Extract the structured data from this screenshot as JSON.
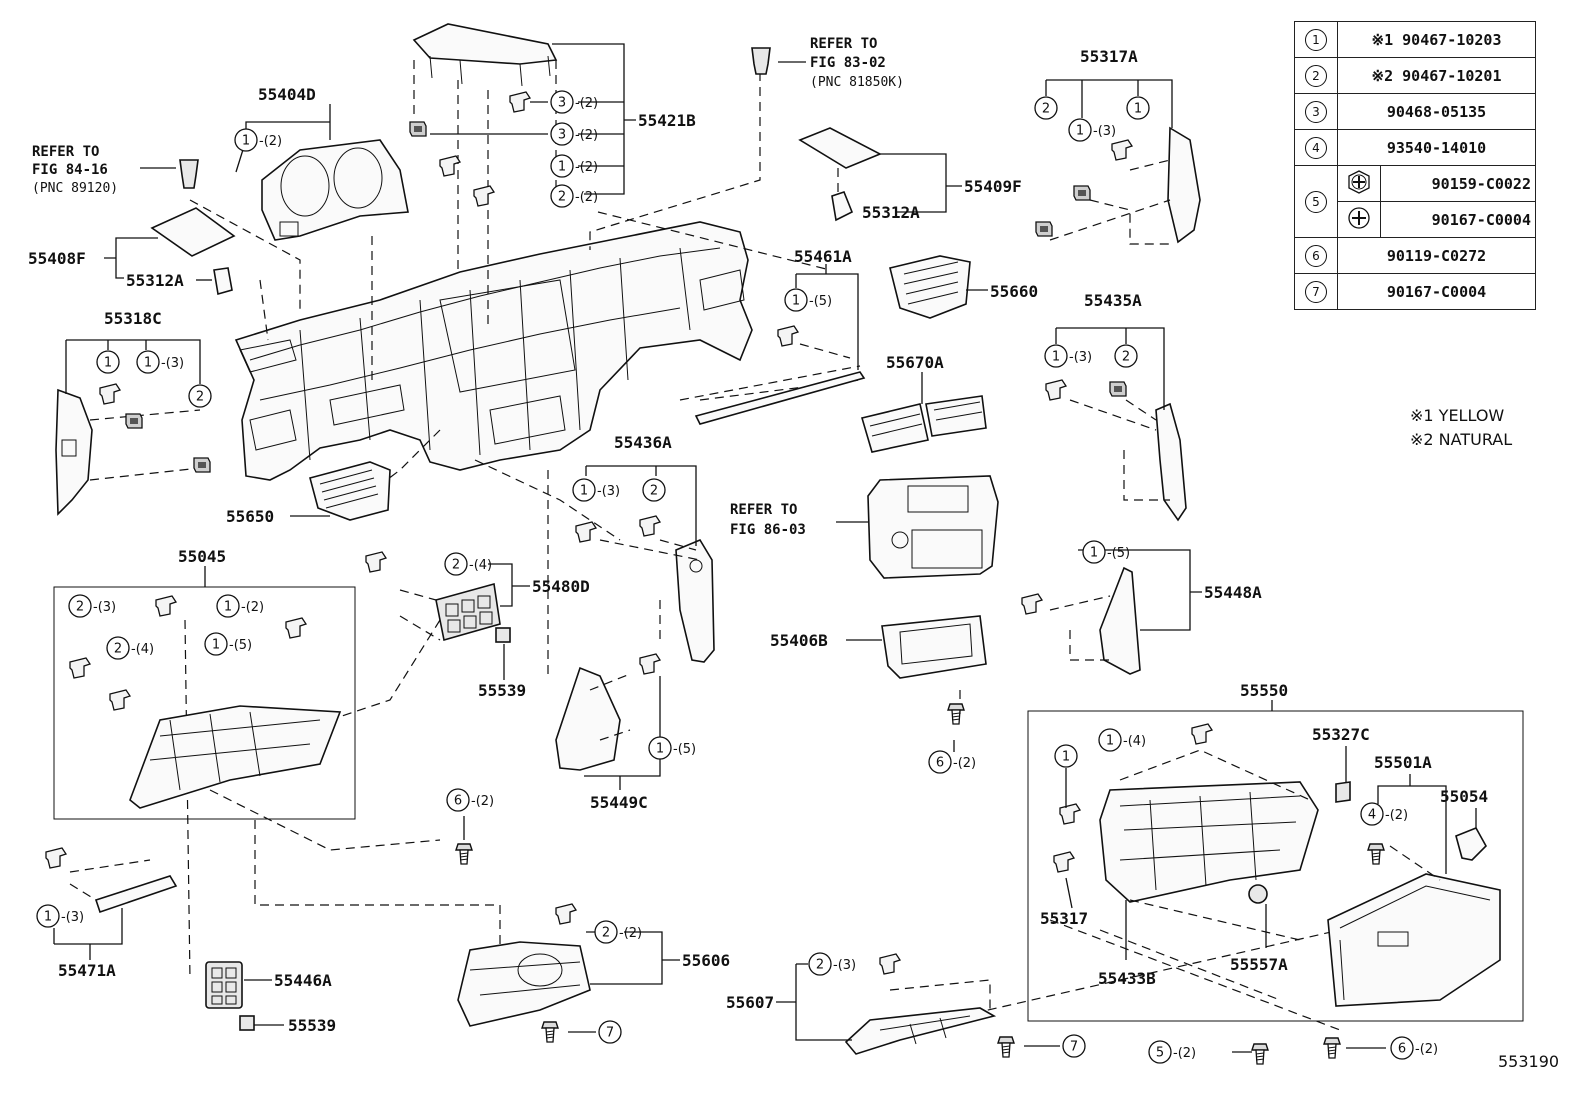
{
  "parts": {
    "p55404D": "55404D",
    "p55408F": "55408F",
    "p55312A_left": "55312A",
    "p55318C": "55318C",
    "p55650": "55650",
    "p55045": "55045",
    "p55471A": "55471A",
    "p55446A": "55446A",
    "p55539_bottom": "55539",
    "p55480D": "55480D",
    "p55539_mid": "55539",
    "p55606": "55606",
    "p55607": "55607",
    "p55421B": "55421B",
    "p55436A": "55436A",
    "p55449C": "55449C",
    "p55461A": "55461A",
    "p55409F": "55409F",
    "p55312A_right": "55312A",
    "p55660": "55660",
    "p55670A": "55670A",
    "p55406B": "55406B",
    "p55317A": "55317A",
    "p55435A": "55435A",
    "p55448A": "55448A",
    "p55550": "55550",
    "p55327C": "55327C",
    "p55501A": "55501A",
    "p55054": "55054",
    "p55317": "55317",
    "p55433B": "55433B",
    "p55557A": "55557A"
  },
  "refs": {
    "r1_line1": "REFER TO",
    "r1_line2": "FIG 84-16",
    "r1_line3": "(PNC 89120)",
    "r2_line1": "REFER TO",
    "r2_line2": "FIG 83-02",
    "r2_line3": "(PNC 81850K)",
    "r3_line1": "REFER TO",
    "r3_line2": "FIG 86-03"
  },
  "quantities": {
    "q2": "-(2)",
    "q3": "-(3)",
    "q4": "-(4)",
    "q5": "-(5)"
  },
  "callout_numbers": [
    "1",
    "2",
    "3",
    "4",
    "5",
    "6",
    "7"
  ],
  "legend": {
    "rows": [
      {
        "key": "1",
        "value": "※1 90467-10203"
      },
      {
        "key": "2",
        "value": "※2 90467-10201"
      },
      {
        "key": "3",
        "value": "90468-05135"
      },
      {
        "key": "4",
        "value": "93540-14010"
      },
      {
        "key": "5",
        "sub": [
          {
            "icon": "plus-screw-icon",
            "value": "90159-C0022"
          },
          {
            "icon": "plus-screw-icon",
            "value": "90167-C0004"
          }
        ]
      },
      {
        "key": "6",
        "value": "90119-C0272"
      },
      {
        "key": "7",
        "value": "90167-C0004"
      }
    ]
  },
  "notes": {
    "note1": "※1 YELLOW",
    "note2": "※2 NATURAL"
  },
  "figure_number": "553190"
}
